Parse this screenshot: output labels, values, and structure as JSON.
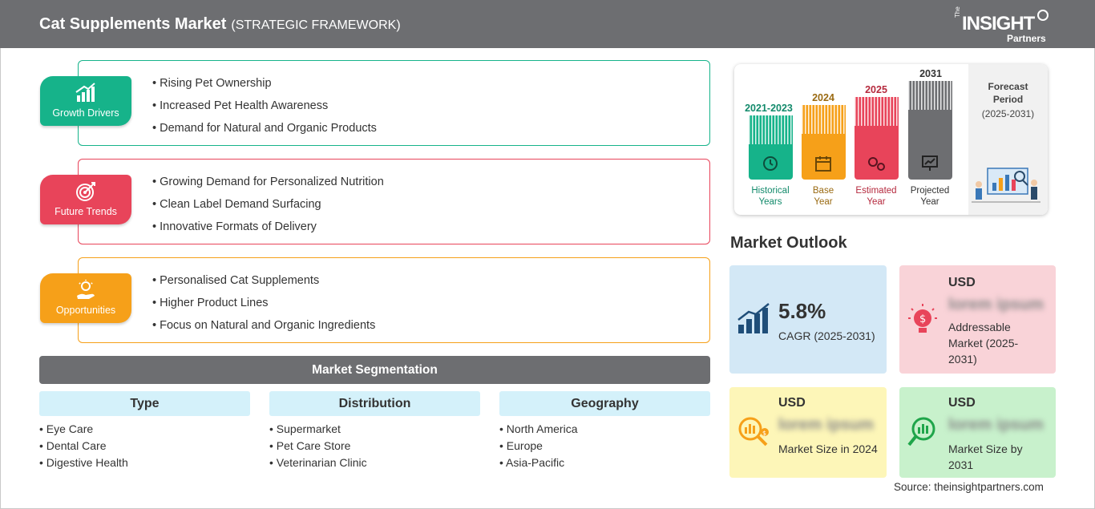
{
  "header": {
    "title": "Cat Supplements Market",
    "subtitle": "(STRATEGIC FRAMEWORK)",
    "logo": {
      "the": "The",
      "insight": "INSIGHT",
      "partners": "Partners"
    }
  },
  "framework": {
    "growth_drivers": {
      "label": "Growth Drivers",
      "color": "#16b38a",
      "items": [
        "Rising Pet Ownership",
        "Increased Pet Health Awareness",
        "Demand for Natural and Organic Products"
      ]
    },
    "future_trends": {
      "label": "Future Trends",
      "color": "#e8445a",
      "items": [
        "Growing Demand for Personalized Nutrition",
        "Clean Label Demand Surfacing",
        "Innovative Formats of Delivery"
      ]
    },
    "opportunities": {
      "label": "Opportunities",
      "color": "#f6a019",
      "items": [
        "Personalised Cat Supplements",
        "Higher Product Lines",
        "Focus on Natural and Organic Ingredients"
      ]
    }
  },
  "segmentation": {
    "title": "Market Segmentation",
    "columns": [
      {
        "heading": "Type",
        "items": [
          "Eye Care",
          "Dental Care",
          "Digestive Health"
        ]
      },
      {
        "heading": "Distribution",
        "items": [
          "Supermarket",
          "Pet Care Store",
          "Veterinarian Clinic"
        ]
      },
      {
        "heading": "Geography",
        "items": [
          "North America",
          "Europe",
          "Asia-Pacific"
        ]
      }
    ]
  },
  "timeline": {
    "periods": [
      {
        "year": "2021-2023",
        "label1": "Historical",
        "label2": "Years",
        "color": "#16b38a",
        "text_color": "#128a6b"
      },
      {
        "year": "2024",
        "label1": "Base",
        "label2": "Year",
        "color": "#f6a019",
        "text_color": "#9a6a12"
      },
      {
        "year": "2025",
        "label1": "Estimated",
        "label2": "Year",
        "color": "#e8445a",
        "text_color": "#b5293d"
      },
      {
        "year": "2031",
        "label1": "Projected",
        "label2": "Year",
        "color": "#6d6e71",
        "text_color": "#333333"
      }
    ],
    "forecast": {
      "line1": "Forecast",
      "line2": "Period",
      "range": "(2025-2031)"
    }
  },
  "outlook": {
    "title": "Market Outlook",
    "cagr": {
      "value": "5.8%",
      "label": "CAGR (2025-2031)",
      "color": "#d3e8f6"
    },
    "addressable": {
      "usd": "USD",
      "value": "lorem ipsum",
      "label": "Addressable Market (2025-2031)",
      "color": "#f9d3d8"
    },
    "size_2024": {
      "usd": "USD",
      "value": "lorem ipsum",
      "label": "Market Size in 2024",
      "color": "#fdf6b8"
    },
    "size_2031": {
      "usd": "USD",
      "value": "lorem ipsum",
      "label": "Market Size by 2031",
      "color": "#c8f1cc"
    }
  },
  "source": "Source: theinsightpartners.com"
}
